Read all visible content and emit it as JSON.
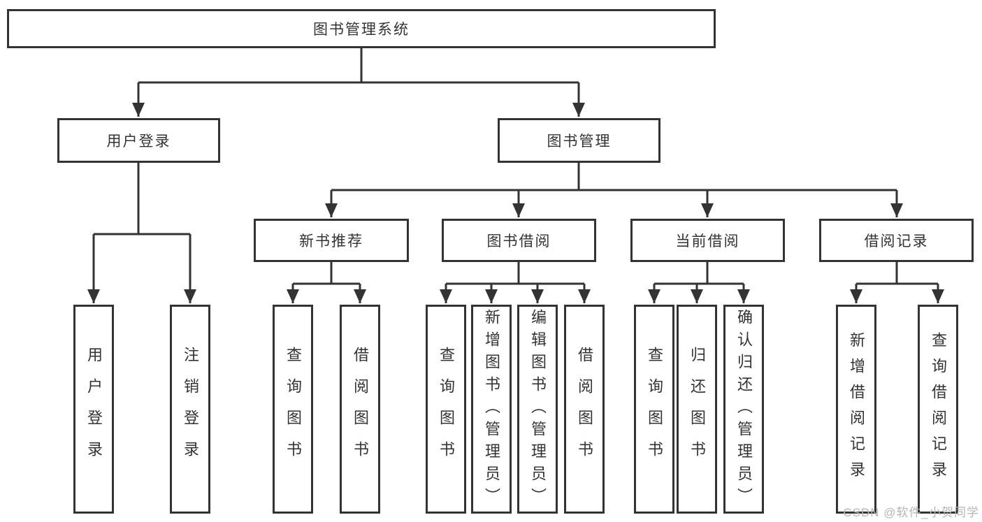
{
  "tree": {
    "label": "图书管理系统",
    "children": [
      {
        "label": "用户登录",
        "children": [
          {
            "label": "用户登录"
          },
          {
            "label": "注销登录"
          }
        ]
      },
      {
        "label": "图书管理",
        "children": [
          {
            "label": "新书推荐",
            "children": [
              {
                "label": "查询图书"
              },
              {
                "label": "借阅图书"
              }
            ]
          },
          {
            "label": "图书借阅",
            "children": [
              {
                "label": "查询图书"
              },
              {
                "label": "新增图书（管理员）"
              },
              {
                "label": "编辑图书（管理员）"
              },
              {
                "label": "借阅图书"
              }
            ]
          },
          {
            "label": "当前借阅",
            "children": [
              {
                "label": "查询图书"
              },
              {
                "label": "归还图书"
              },
              {
                "label": "确认归还（管理员）"
              }
            ]
          },
          {
            "label": "借阅记录",
            "children": [
              {
                "label": "新增借阅记录"
              },
              {
                "label": "查询借阅记录"
              }
            ]
          }
        ]
      }
    ]
  },
  "watermark": {
    "text": "CSDN @软件_小贺同学"
  },
  "colors": {
    "line": "#333333",
    "text": "#333333",
    "box_background": "#ffffff",
    "page_background": "#ffffff",
    "watermark": "#b5b5b5"
  }
}
